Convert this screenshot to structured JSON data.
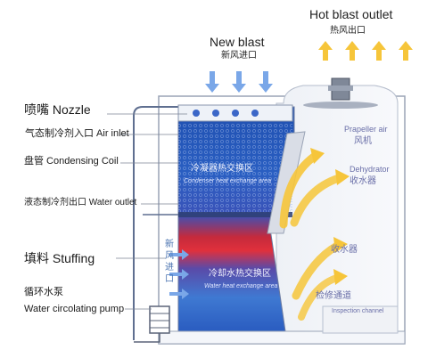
{
  "title_hot": {
    "en": "Hot blast outlet",
    "cn": "热风出口"
  },
  "title_new": {
    "en": "New blast",
    "cn": "新风进口"
  },
  "left_labels": {
    "nozzle": "喷嘴 Nozzle",
    "air_inlet": "气态制冷剂入口 Air inlet",
    "coil": "盘管  Condensing Coil",
    "water_outlet": "液态制冷剂出口 Water outlet",
    "stuffing": "填料 Stuffing",
    "pump_cn": "循环水泵",
    "pump_en": "Water circolating pump"
  },
  "side_inlet": [
    "新",
    "风",
    "进",
    "口"
  ],
  "zones": {
    "condenser_cn": "冷凝器热交换区",
    "condenser_en": "Condenser heat exchange area",
    "water_cn": "冷却水热交换区",
    "water_en": "Water heat exchange area"
  },
  "right_labels": {
    "fan_en": "Prapeller air",
    "fan_cn": "风机",
    "dehydrator_en": "Dehydrator",
    "dehydrator_cn": "收水器",
    "collector_cn": "收水器",
    "service_cn": "检修通道",
    "service_en": "Inspection channel"
  },
  "colors": {
    "blue_dark": "#1d3f9a",
    "blue_light": "#4f86d8",
    "red_band": "#d8283a",
    "arrow_blue": "#7aa7e8",
    "arrow_yellow": "#f6c53a",
    "frame": "#9aa4b6"
  }
}
